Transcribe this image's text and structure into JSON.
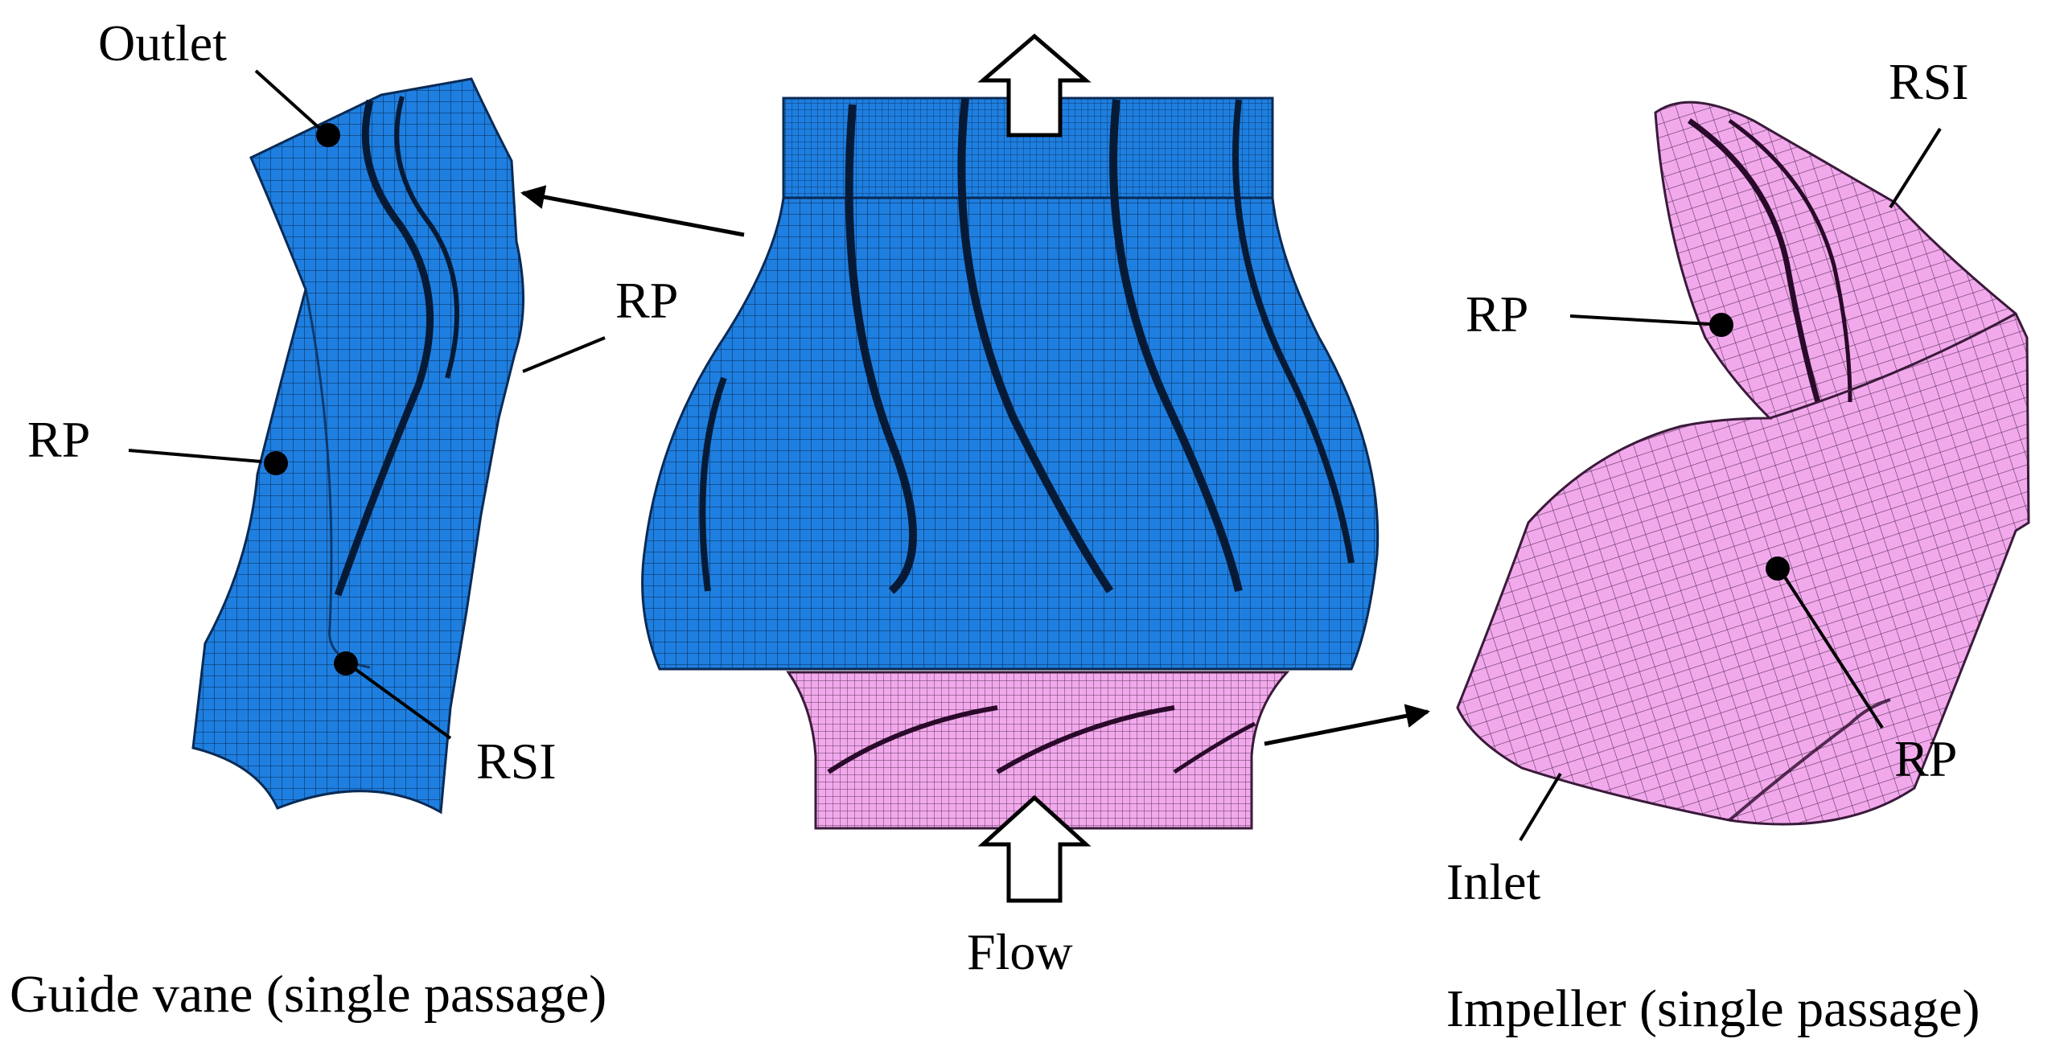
{
  "labels": {
    "outlet": "Outlet",
    "rp": "RP",
    "rsi": "RSI",
    "inlet": "Inlet",
    "flow": "Flow"
  },
  "captions": {
    "guide_vane": "Guide vane (single passage)",
    "impeller": "Impeller (single passage)"
  },
  "colors": {
    "guide_vane_mesh": "#1E7FE0",
    "impeller_mesh": "#F2A9EC",
    "mesh_line": "#0A2A55",
    "text": "#000000"
  }
}
